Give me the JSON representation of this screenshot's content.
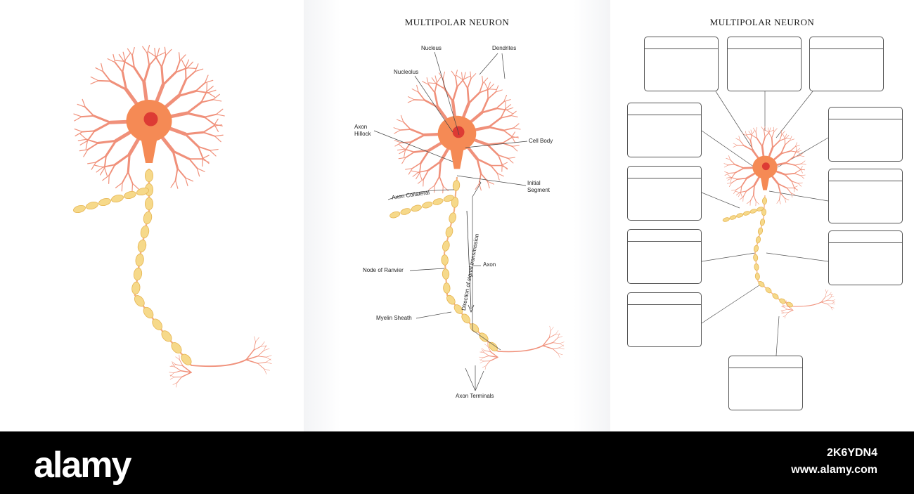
{
  "panel2": {
    "title": "MULTIPOLAR NEURON",
    "labels": {
      "nucleus": "Nucleus",
      "dendrites": "Dendrites",
      "nucleolus": "Nucleolus",
      "axon_hillock": "Axon\nHillock",
      "cell_body": "Cell Body",
      "initial_segment": "Initial\nSegment",
      "axon_collateral": "Axon Collateral",
      "node_of_ranvier": "Node of Ranvier",
      "axon": "Axon",
      "myelin_sheath": "Myelin Sheath",
      "axon_terminals": "Axon Terminals",
      "direction": "Direction of signal transmission"
    }
  },
  "panel3": {
    "title": "MULTIPOLAR NEURON"
  },
  "footer": {
    "brand": "alamy",
    "image_code": "2K6YDN4",
    "url": "www.alamy.com"
  },
  "colors": {
    "dendrite": "#f0907a",
    "soma": "#f58a55",
    "nucleus": "#d4202a",
    "myelin": "#f6d98a",
    "axon": "#f5b080"
  }
}
